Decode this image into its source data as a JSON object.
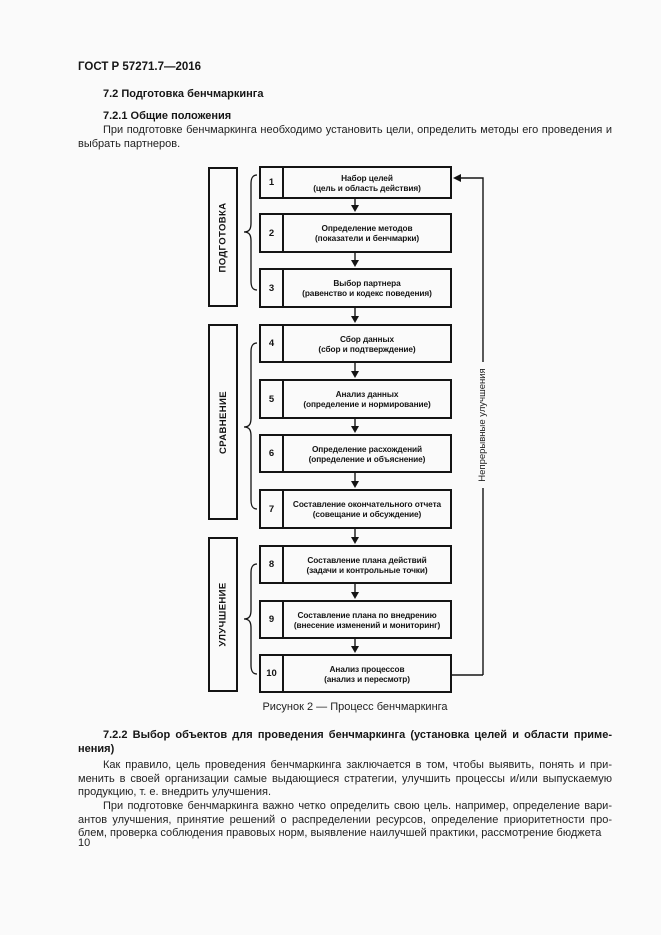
{
  "page": {
    "header": "ГОСТ Р 57271.7—2016",
    "page_number": "10"
  },
  "sections": {
    "s72_title": "7.2 Подготовка бенчмаркинга",
    "s721_title": "7.2.1 Общие положения",
    "s721_para": "При подготовке бенчмаркинга необходимо установить цели, определить методы его проведения и выбрать партнеров.",
    "s722_title": "7.2.2 Выбор объектов для проведения бенчмаркинга (установка целей и области приме­нения)",
    "s722_para1": "Как правило, цель проведения бенчмаркинга заключается в том, чтобы выявить, понять и при­менить в своей организации самые выдающиеся стратегии, улучшить процессы и/или выпускаемую продукцию, т. е. внедрить улучшения.",
    "s722_para2": "При подготовке бенчмаркинга важно четко определить свою цель. например, определение вари­антов улучшения, принятие решений о распределении ресурсов, определение приоритетности про­блем, проверка соблюдения правовых норм, выявление наилучшей практики, рассмотрение бюджета"
  },
  "figure": {
    "caption": "Рисунок 2 — Процесс бенчмаркинга",
    "feedback_label": "Непрерывные улучшения",
    "phases": [
      {
        "label": "ПОДГОТОВКА"
      },
      {
        "label": "СРАВНЕНИЕ"
      },
      {
        "label": "УЛУЧШЕНИЕ"
      }
    ],
    "steps": [
      {
        "num": "1",
        "title": "Набор целей",
        "subtitle": "(цель и область действия)"
      },
      {
        "num": "2",
        "title": "Определение методов",
        "subtitle": "(показатели и бенчмарки)"
      },
      {
        "num": "3",
        "title": "Выбор партнера",
        "subtitle": "(равенство и кодекс поведения)"
      },
      {
        "num": "4",
        "title": "Сбор данных",
        "subtitle": "(сбор и подтверждение)"
      },
      {
        "num": "5",
        "title": "Анализ данных",
        "subtitle": "(определение и нормирование)"
      },
      {
        "num": "6",
        "title": "Определение расхождений",
        "subtitle": "(определение и объяснение)"
      },
      {
        "num": "7",
        "title": "Составление окончательного отчета",
        "subtitle": "(совещание и обсуждение)"
      },
      {
        "num": "8",
        "title": "Составление плана действий",
        "subtitle": "(задачи и контрольные точки)"
      },
      {
        "num": "9",
        "title": "Составление плана по внедрению",
        "subtitle": "(внесение изменений и мониторинг)"
      },
      {
        "num": "10",
        "title": "Анализ процессов",
        "subtitle": "(анализ и пересмотр)"
      }
    ]
  }
}
